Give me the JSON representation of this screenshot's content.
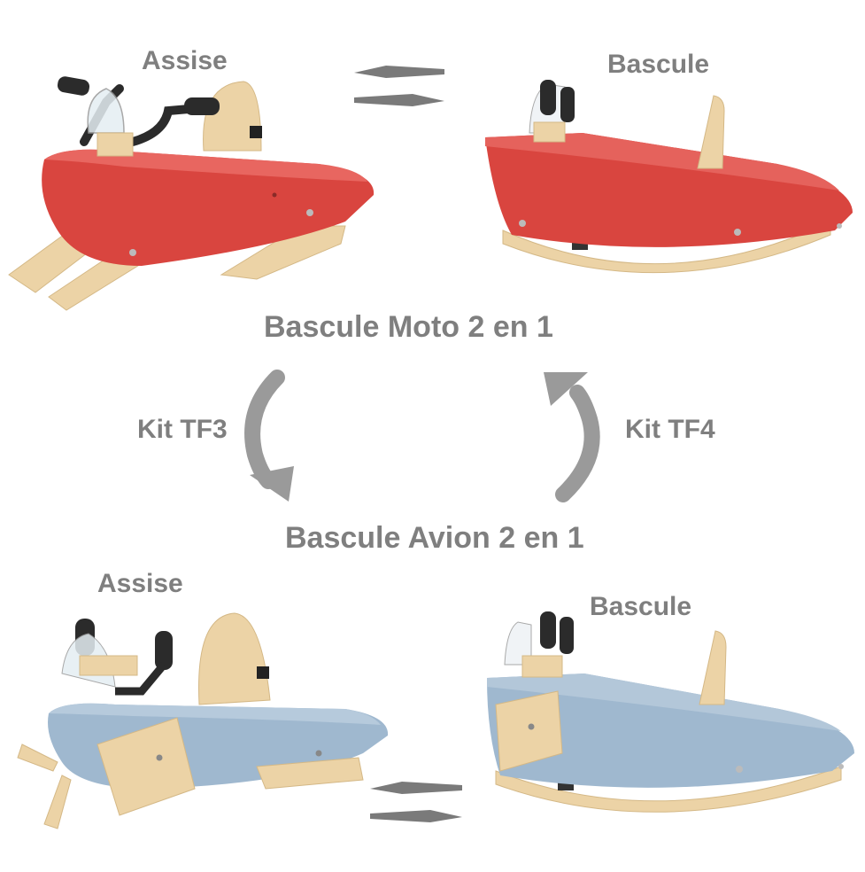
{
  "moto": {
    "title": "Bascule Moto 2 en 1",
    "left_label": "Assise",
    "right_label": "Bascule",
    "body_color": "#d9453f"
  },
  "avion": {
    "title": "Bascule Avion 2 en 1",
    "left_label": "Assise",
    "right_label": "Bascule",
    "body_color": "#9fb8cf"
  },
  "kits": {
    "left": "Kit TF3",
    "right": "Kit TF4"
  },
  "colors": {
    "label_gray": "#7f7f7f",
    "arrow_gray": "#9a9a9a",
    "wood": "#ecd3a6",
    "handle": "#2b2b2b"
  },
  "icons": [
    "swap-arrows-icon",
    "curved-arrow-down-icon",
    "curved-arrow-up-icon"
  ]
}
